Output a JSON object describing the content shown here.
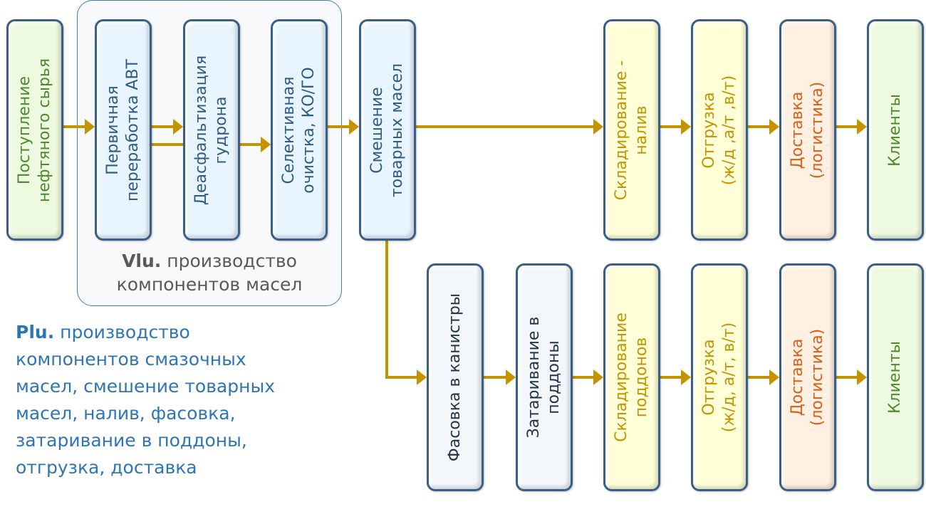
{
  "colors": {
    "arrow": "#c39400"
  },
  "group": {
    "label_bold": "Vlu.",
    "label_rest": " производство\nкомпонентов масел"
  },
  "description": {
    "bold": "Plu.",
    "rest": " производство\nкомпонентов смазочных\nмасел, смешение товарных\nмасел, налив, фасовка,\nзатаривание в поддоны,\nотгрузка, доставка"
  },
  "top_row": [
    {
      "id": "intake",
      "label": "Поступление\nнефтяного сырья",
      "color": "green"
    },
    {
      "id": "primary-avt",
      "label": "Первичная\nпереработка АВТ",
      "color": "blue"
    },
    {
      "id": "deasphalting",
      "label": "Деасфальтизация\nгудрона",
      "color": "blue"
    },
    {
      "id": "selective",
      "label": "Селективная\nочистка, КО/ГО",
      "color": "blue"
    },
    {
      "id": "blending",
      "label": "Смешение\nтоварных масел",
      "color": "blue"
    },
    {
      "id": "storage-bulk",
      "label": "Складирование -\nналив",
      "color": "yellow"
    },
    {
      "id": "shipping-top",
      "label": "Отгрузка\n(ж/д ,а/т ,в/т)",
      "color": "yellow"
    },
    {
      "id": "delivery-top",
      "label": "Доставка\n(логистика)",
      "color": "peach"
    },
    {
      "id": "clients-top",
      "label": "Клиенты",
      "color": "green"
    }
  ],
  "bottom_row": [
    {
      "id": "canister-packing",
      "label": "Фасовка в канистры",
      "color": "white"
    },
    {
      "id": "palletizing",
      "label": "Затаривание в\nподдоны",
      "color": "white"
    },
    {
      "id": "storage-pallets",
      "label": "Складирование\nподдонов",
      "color": "yellow"
    },
    {
      "id": "shipping-bottom",
      "label": "Отгрузка\n(ж/д, а/т, в/т)",
      "color": "yellow"
    },
    {
      "id": "delivery-bottom",
      "label": "Доставка\n(логистика)",
      "color": "peach"
    },
    {
      "id": "clients-bottom",
      "label": "Клиенты",
      "color": "green"
    }
  ],
  "connections": [
    {
      "from": "intake",
      "to": "primary-avt"
    },
    {
      "from": "primary-avt",
      "to": "deasphalting"
    },
    {
      "from": "primary-avt",
      "to": "selective"
    },
    {
      "from": "deasphalting",
      "to": "selective"
    },
    {
      "from": "selective",
      "to": "blending"
    },
    {
      "from": "blending",
      "to": "storage-bulk"
    },
    {
      "from": "storage-bulk",
      "to": "shipping-top"
    },
    {
      "from": "shipping-top",
      "to": "delivery-top"
    },
    {
      "from": "delivery-top",
      "to": "clients-top"
    },
    {
      "from": "blending",
      "to": "canister-packing"
    },
    {
      "from": "canister-packing",
      "to": "palletizing"
    },
    {
      "from": "palletizing",
      "to": "storage-pallets"
    },
    {
      "from": "storage-pallets",
      "to": "shipping-bottom"
    },
    {
      "from": "shipping-bottom",
      "to": "delivery-bottom"
    },
    {
      "from": "delivery-bottom",
      "to": "clients-bottom"
    }
  ]
}
